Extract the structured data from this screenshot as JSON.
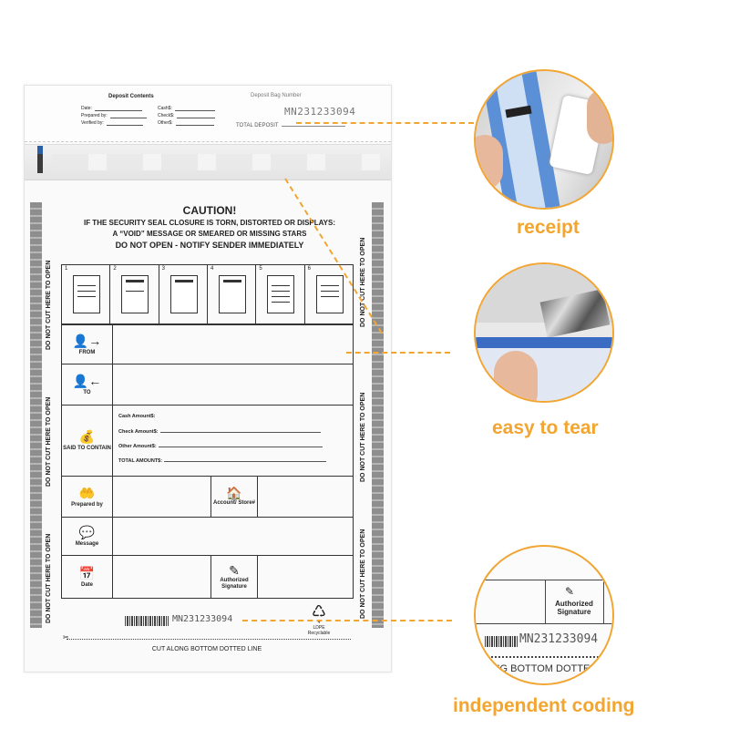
{
  "bag": {
    "deposit_contents_title": "Deposit Contents",
    "date_label": "Date:",
    "prepared_label": "Prepared by:",
    "verified_label": "Verified by:",
    "cash_label": "Cash$:",
    "check_label": "Check$:",
    "other_label": "Other$:",
    "deposit_bag_number_label": "Deposit Bag Number",
    "bag_number": "MN231233094",
    "total_deposit_label": "TOTAL DEPOSIT",
    "side_text": "DO NOT CUT HERE TO OPEN",
    "caution_title": "CAUTION!",
    "caution_line1": "IF THE SECURITY SEAL CLOSURE IS TORN, DISTORTED OR DISPLAYS:",
    "caution_line2": "A “VOID” MESSAGE OR SMEARED OR MISSING STARS",
    "caution_line3": "DO NOT OPEN - NOTIFY SENDER IMMEDIATELY",
    "steps": [
      "1",
      "2",
      "3",
      "4",
      "5",
      "6"
    ],
    "from_label": "FROM",
    "to_label": "TO",
    "said_to_contain_label": "SAID TO CONTAIN",
    "cash_amount_label": "Cash Amount$:",
    "check_amount_label": "Check Amount$:",
    "other_amount_label": "Other Amount$:",
    "total_amount_label": "TOTAL AMOUNT$:",
    "prepared_by_label": "Prepared by",
    "account_store_label": "Account/ Store#",
    "message_label": "Message",
    "date_row_label": "Date",
    "authorized_signature_label": "Authorized Signature",
    "barcode_number": "MN231233094",
    "recycle_number": "4",
    "recycle_text1": "LDPE",
    "recycle_text2": "Recyclable",
    "cut_text": "CUT ALONG BOTTOM DOTTED LINE"
  },
  "callouts": {
    "receipt_label": "receipt",
    "easy_tear_label": "easy to tear",
    "independent_coding_label": "independent coding",
    "zoom_authorized": "Authorized Signature",
    "zoom_number": "MN231233094",
    "zoom_cut": "ONG BOTTOM DOTTED"
  },
  "colors": {
    "accent": "#f2a531",
    "seal_blue": "#3a6cc4"
  }
}
